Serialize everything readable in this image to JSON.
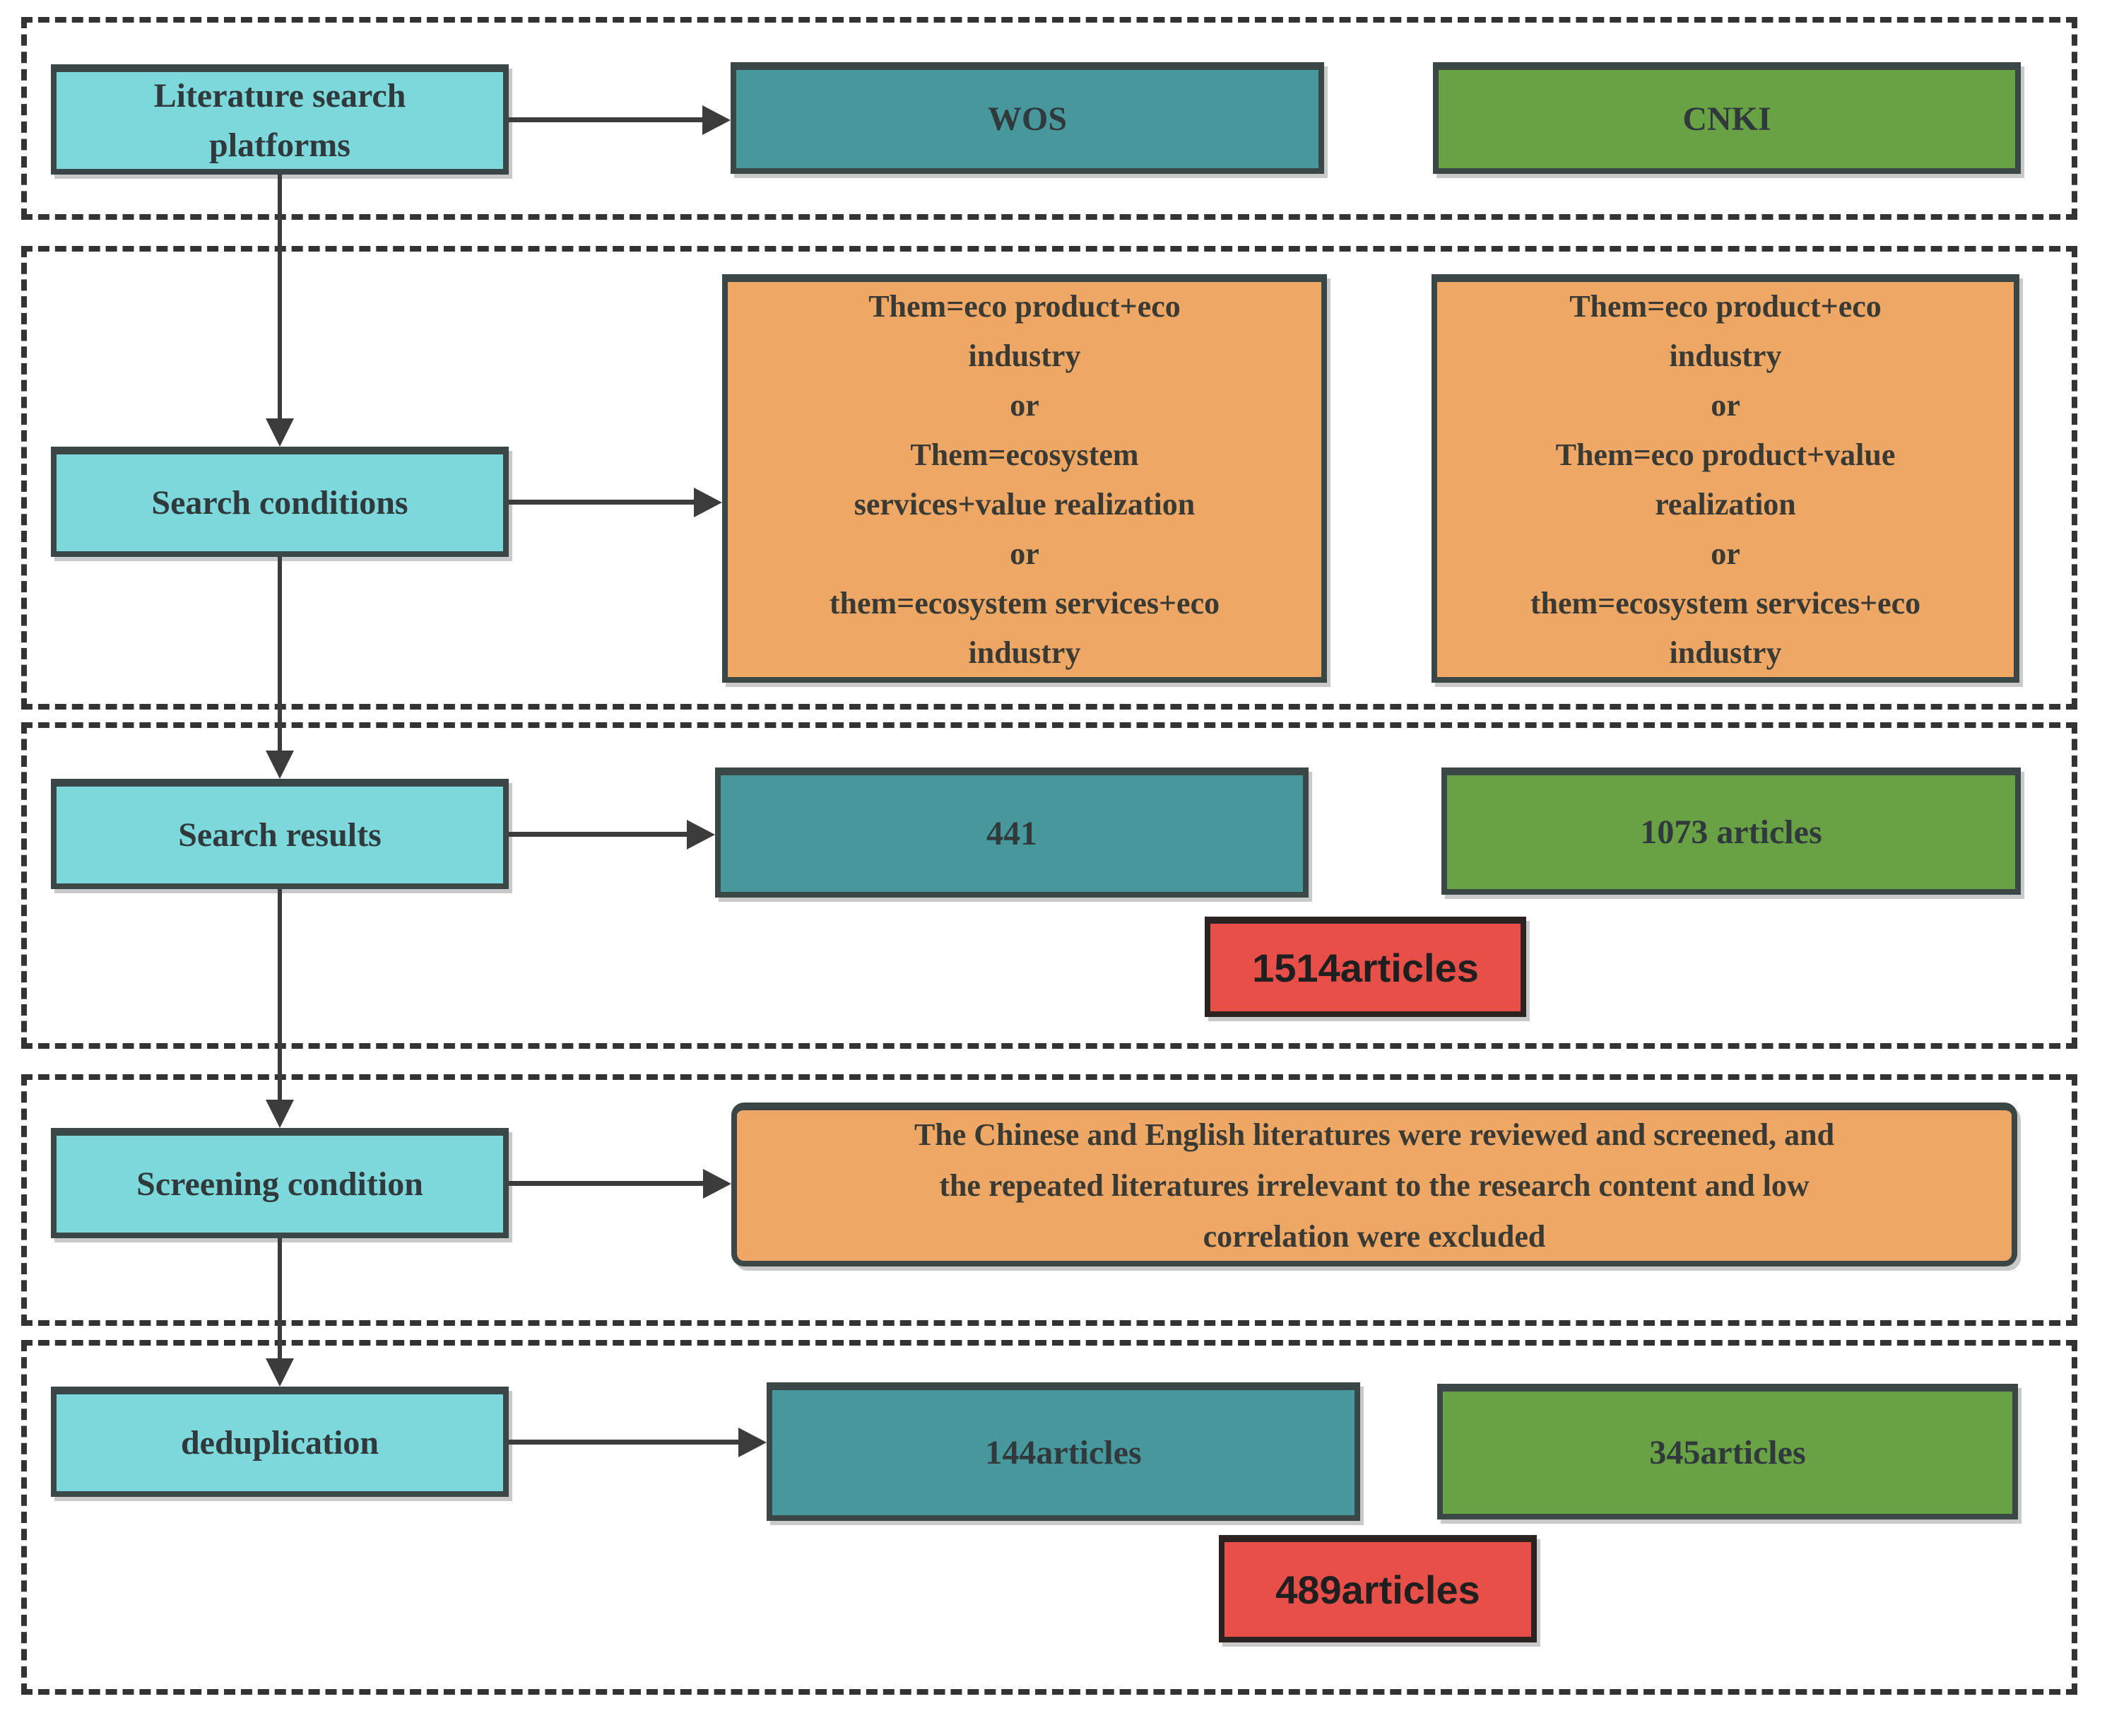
{
  "palette": {
    "cyan": "#7cd8da",
    "teal": "#46989d",
    "green": "#69a245",
    "orange": "#efa765",
    "red": "#e84f49",
    "box_border": "#3b4747",
    "dash_border": "#333333",
    "arrow": "#3c3c3c"
  },
  "rows": {
    "platforms": {
      "label": "Literature search\nplatforms",
      "wos": "WOS",
      "cnki": "CNKI"
    },
    "conditions": {
      "label": "Search conditions",
      "wos": "Them=eco product+eco\nindustry\nor\nThem=ecosystem\nservices+value realization\nor\nthem=ecosystem services+eco\nindustry",
      "cnki": "Them=eco product+eco\nindustry\nor\nThem=eco product+value\nrealization\nor\nthem=ecosystem services+eco\nindustry"
    },
    "results": {
      "label": "Search results",
      "wos": "441",
      "cnki": "1073 articles",
      "total": "1514articles"
    },
    "screening": {
      "label": "Screening condition",
      "note": "The Chinese and English literatures were reviewed and screened, and\nthe repeated literatures irrelevant to the research content and low\ncorrelation were excluded"
    },
    "dedup": {
      "label": "deduplication",
      "wos": "144articles",
      "cnki": "345articles",
      "total": "489articles"
    }
  }
}
